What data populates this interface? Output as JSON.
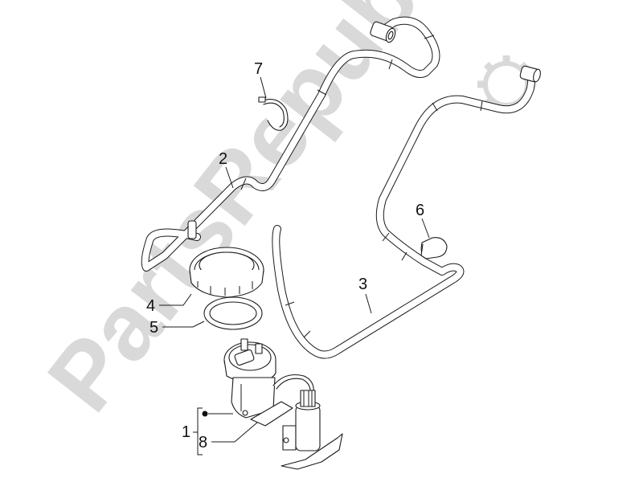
{
  "diagram": {
    "type": "exploded-parts-diagram",
    "subject": "fuel pump assembly with hoses",
    "background_color": "#ffffff",
    "line_color": "#1a1a1a"
  },
  "watermark": {
    "text": "PartsRepublik",
    "color": "#d9d9d9",
    "icon": "gear-icon"
  },
  "callouts": [
    {
      "id": "1",
      "label": "1",
      "part": "fuel pump assembly"
    },
    {
      "id": "2",
      "label": "2",
      "part": "fuel hose"
    },
    {
      "id": "3",
      "label": "3",
      "part": "fuel hose"
    },
    {
      "id": "4",
      "label": "4",
      "part": "ring nut"
    },
    {
      "id": "5",
      "label": "5",
      "part": "gasket"
    },
    {
      "id": "6",
      "label": "6",
      "part": "connector clip"
    },
    {
      "id": "7",
      "label": "7",
      "part": "hose clamp"
    },
    {
      "id": "8",
      "label": "8",
      "part": "fuel filter"
    }
  ]
}
